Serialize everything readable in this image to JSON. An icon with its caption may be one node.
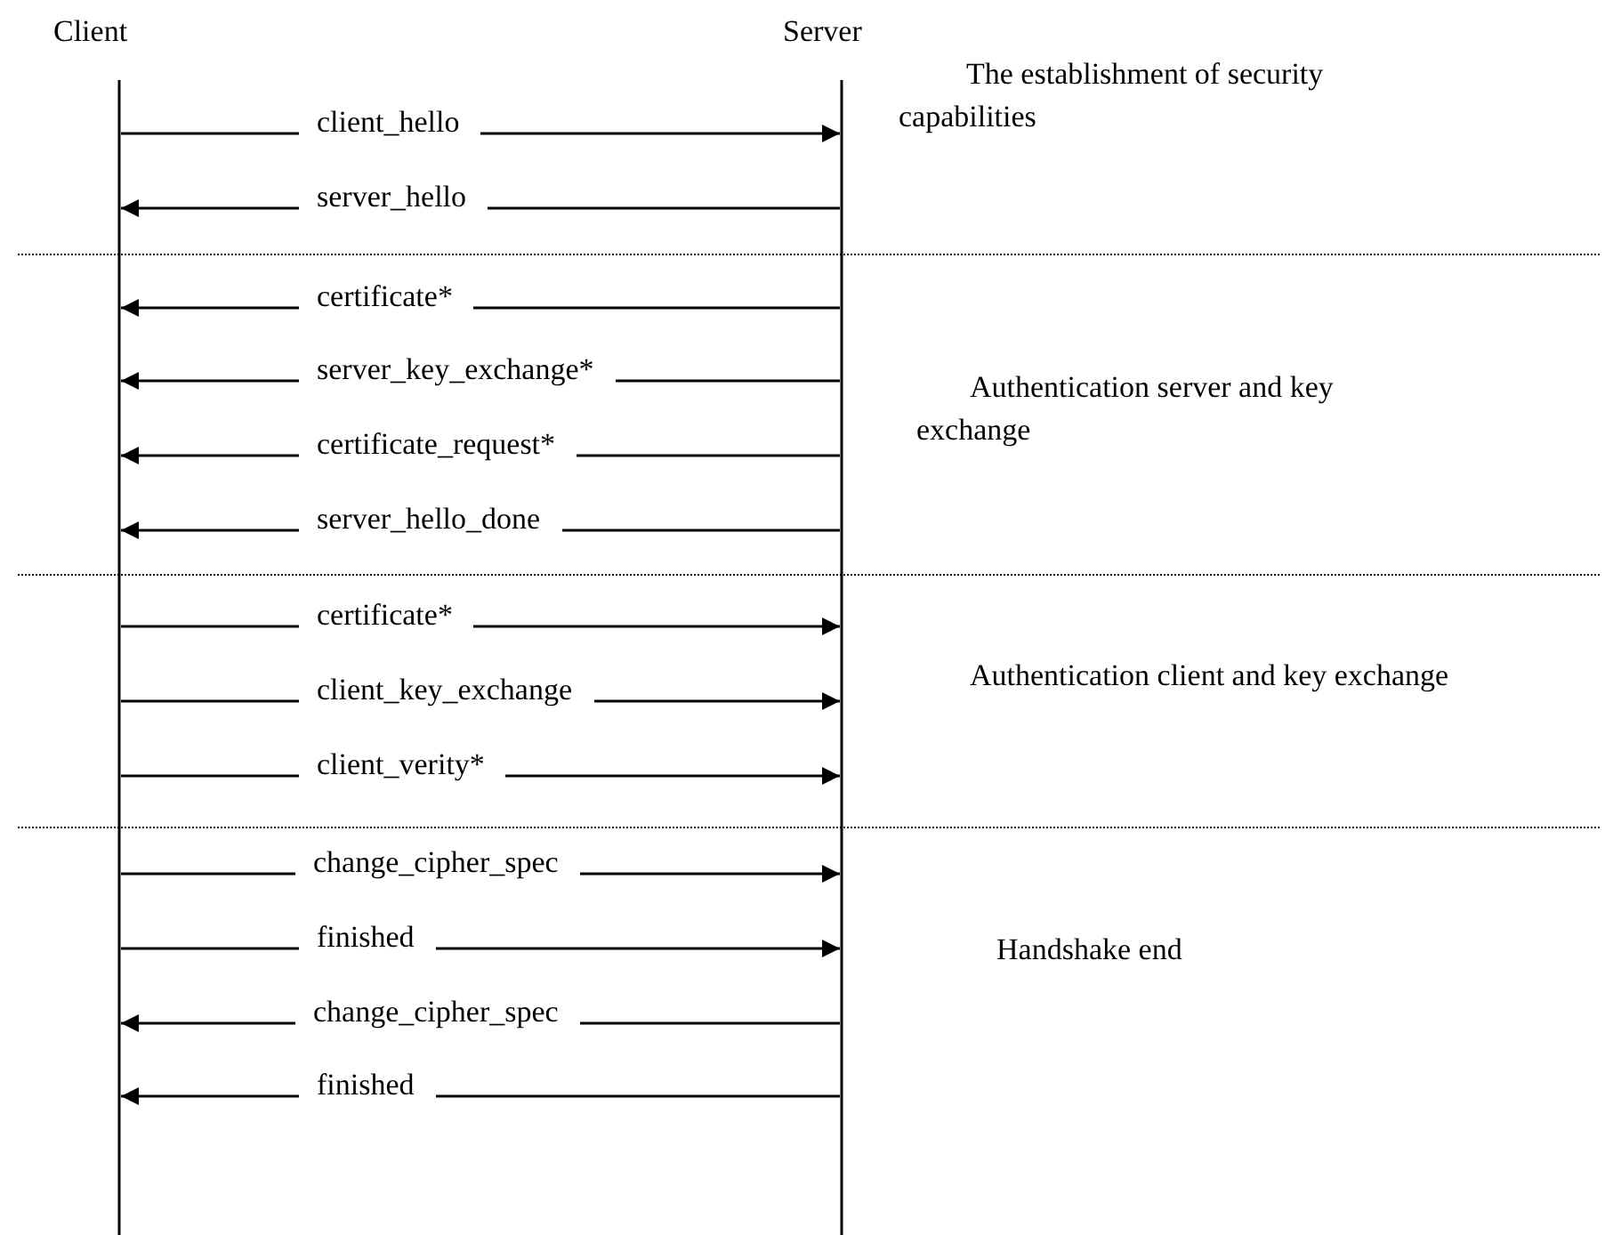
{
  "diagram": {
    "nodes": [
      {
        "text": [
          "Client"
        ]
      },
      {
        "text": [
          "Server"
        ]
      }
    ],
    "edges": [
      {
        "from": 0,
        "to": 1,
        "arrow": "to",
        "label": "client_hello"
      },
      {
        "from": 1,
        "to": 0,
        "arrow": "to",
        "label": "server_hello"
      },
      {
        "from": 1,
        "to": 0,
        "arrow": "to",
        "label": "certificate*"
      },
      {
        "from": 1,
        "to": 0,
        "arrow": "to",
        "label": "server_key_exchange*"
      },
      {
        "from": 1,
        "to": 0,
        "arrow": "to",
        "label": "certificate_request*"
      },
      {
        "from": 1,
        "to": 0,
        "arrow": "to",
        "label": "server_hello_done"
      },
      {
        "from": 0,
        "to": 1,
        "arrow": "to",
        "label": "certificate*"
      },
      {
        "from": 0,
        "to": 1,
        "arrow": "to",
        "label": "client_key_exchange"
      },
      {
        "from": 0,
        "to": 1,
        "arrow": "to",
        "label": "client_verity*"
      },
      {
        "from": 0,
        "to": 1,
        "arrow": "to",
        "label": "change_cipher_spec"
      },
      {
        "from": 0,
        "to": 1,
        "arrow": "to",
        "label": "finished"
      },
      {
        "from": 1,
        "to": 0,
        "arrow": "to",
        "label": "change_cipher_spec"
      },
      {
        "from": 1,
        "to": 0,
        "arrow": "to",
        "label": "finished"
      }
    ],
    "labels": [
      "The establishment of security capabilities",
      "Authentication server and key exchange",
      "Authentication client and key exchange",
      "Handshake end"
    ]
  }
}
